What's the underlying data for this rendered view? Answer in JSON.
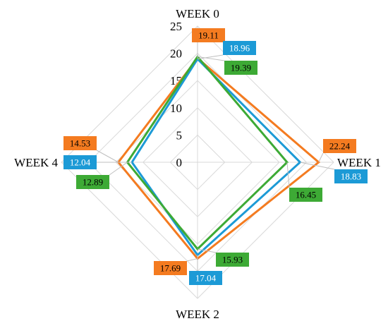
{
  "chart_data": {
    "type": "radar",
    "title": "",
    "axes": [
      "WEEK 0",
      "WEEK 1",
      "WEEK 2",
      "WEEK 4"
    ],
    "rlim": [
      0,
      25
    ],
    "ticks": [
      "0",
      "5",
      "10",
      "15",
      "20",
      "25"
    ],
    "grid": true,
    "legend": "none",
    "series": [
      {
        "color": "#F47B20",
        "text_color": "#000000",
        "values": [
          19.11,
          22.24,
          17.69,
          14.53
        ]
      },
      {
        "color": "#1C9AD6",
        "text_color": "#FFFFFF",
        "values": [
          18.96,
          18.83,
          17.04,
          12.04
        ]
      },
      {
        "color": "#3DAA35",
        "text_color": "#000000",
        "values": [
          19.39,
          16.45,
          15.93,
          12.89
        ]
      }
    ],
    "data_labels": [
      [
        "19.11",
        "22.24",
        "17.69",
        "14.53"
      ],
      [
        "18.96",
        "18.83",
        "17.04",
        "12.04"
      ],
      [
        "19.39",
        "16.45",
        "15.93",
        "12.89"
      ]
    ]
  }
}
